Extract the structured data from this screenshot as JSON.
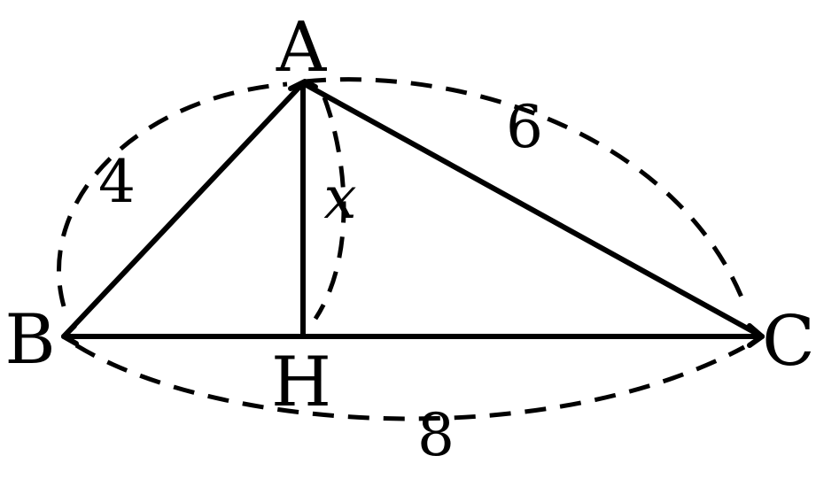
{
  "figure": {
    "vertices": [
      "A",
      "B",
      "C",
      "H"
    ],
    "measures": {
      "ab": "4",
      "ac": "6",
      "bc": "8",
      "ah": "x"
    },
    "colors": {
      "ink": "#000000",
      "background": "#ffffff"
    }
  }
}
